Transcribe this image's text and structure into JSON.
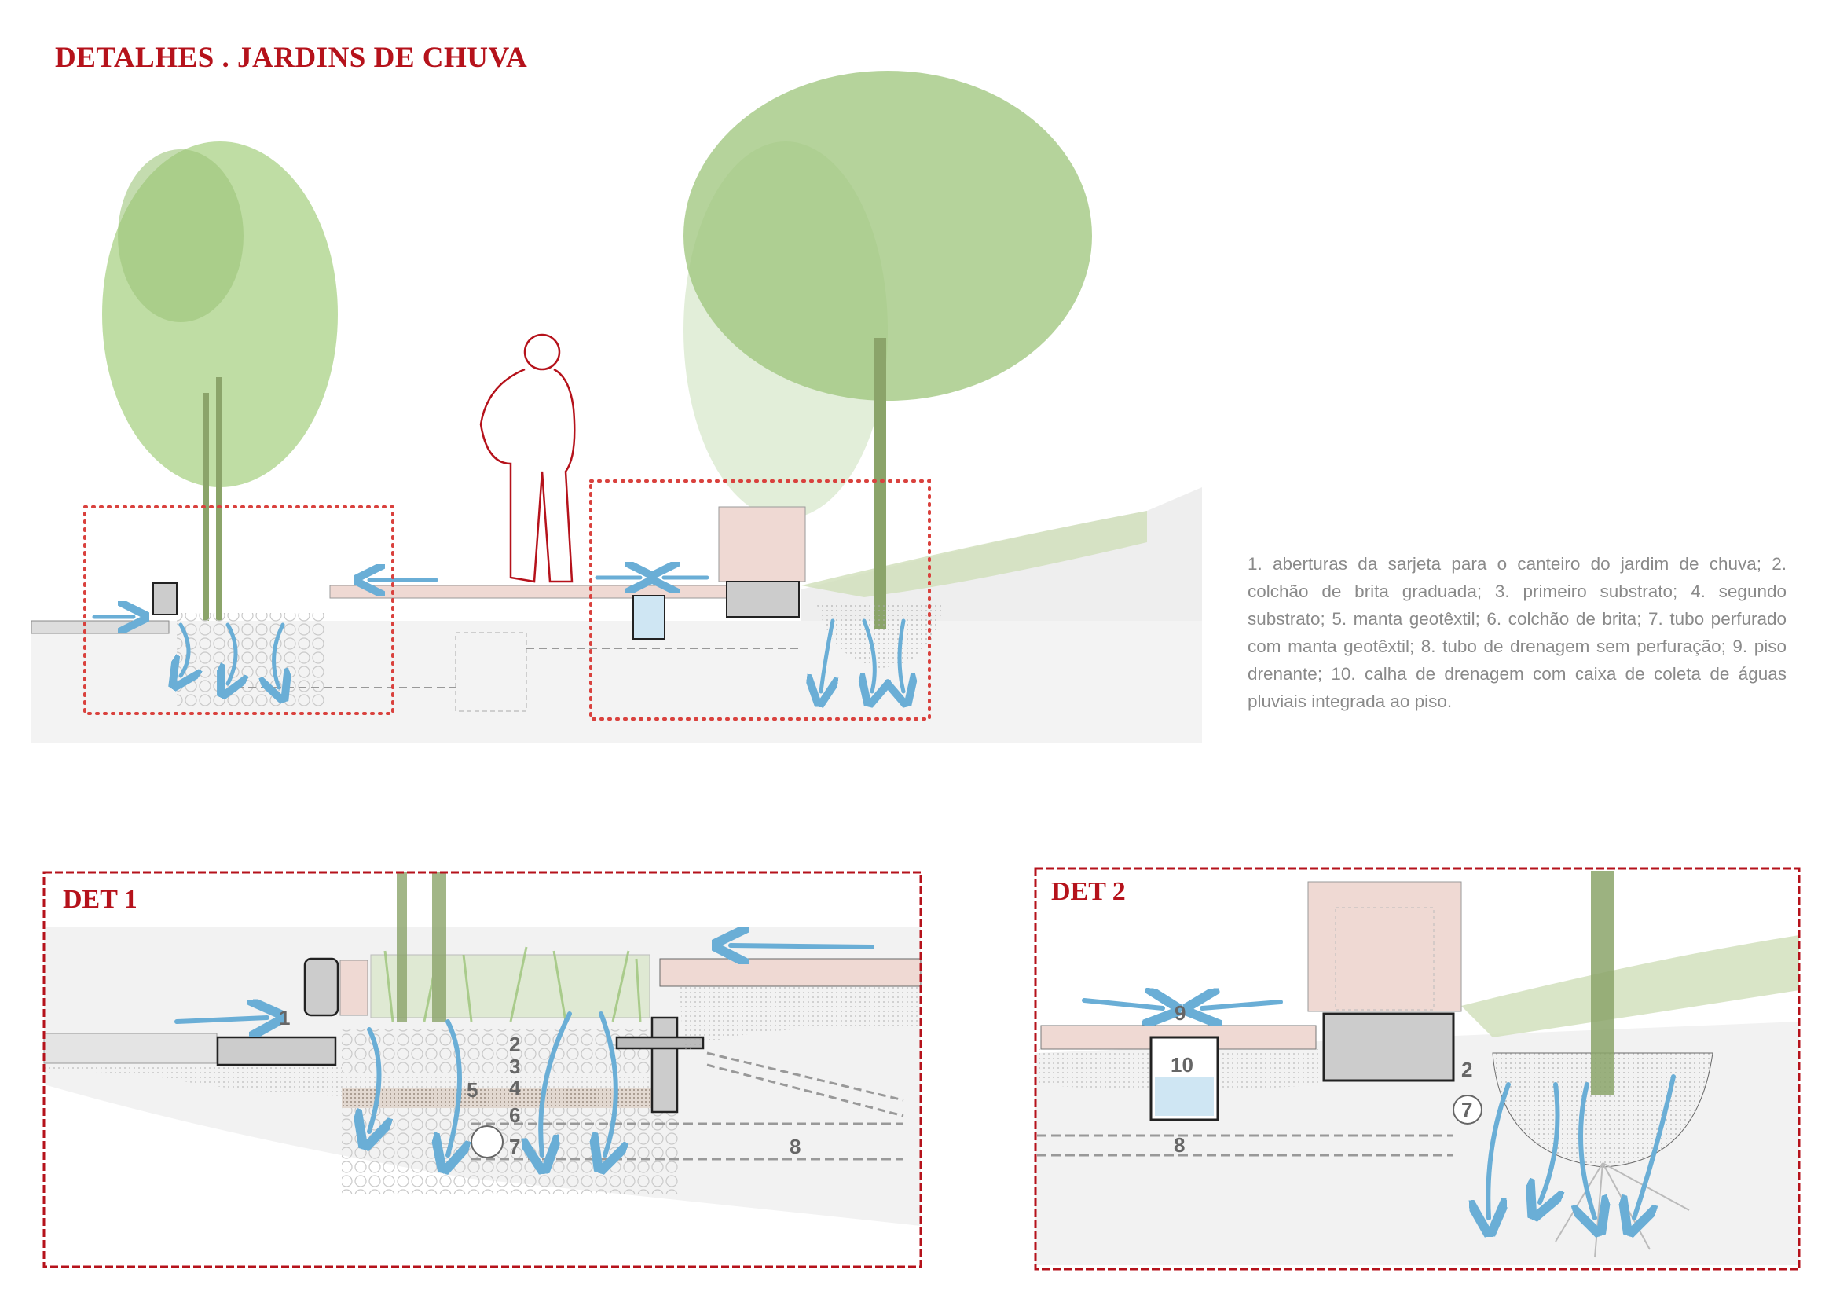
{
  "title": "DETALHES . JARDINS DE CHUVA",
  "legend": "1. aberturas da sarjeta para o canteiro do jardim de chuva; 2. colchão de brita graduada; 3. primeiro substrato; 4. segundo substrato; 5. manta geotêxtil; 6. colchão de brita; 7. tubo perfurado com manta geotêxtil; 8. tubo de drenagem sem perfuração; 9. piso drenante; 10. calha de drenagem com caixa de coleta de águas pluviais integrada ao piso.",
  "det1": {
    "title": "DET 1",
    "labels": [
      "1",
      "2",
      "3",
      "4",
      "5",
      "6",
      "7",
      "8"
    ]
  },
  "det2": {
    "title": "DET 2",
    "labels": [
      "9",
      "10",
      "2",
      "7",
      "8"
    ]
  },
  "colors": {
    "accent": "#b5121b",
    "water": "#6aaed6",
    "foliage": "#9cc47a",
    "paver": "#efd9d3"
  }
}
